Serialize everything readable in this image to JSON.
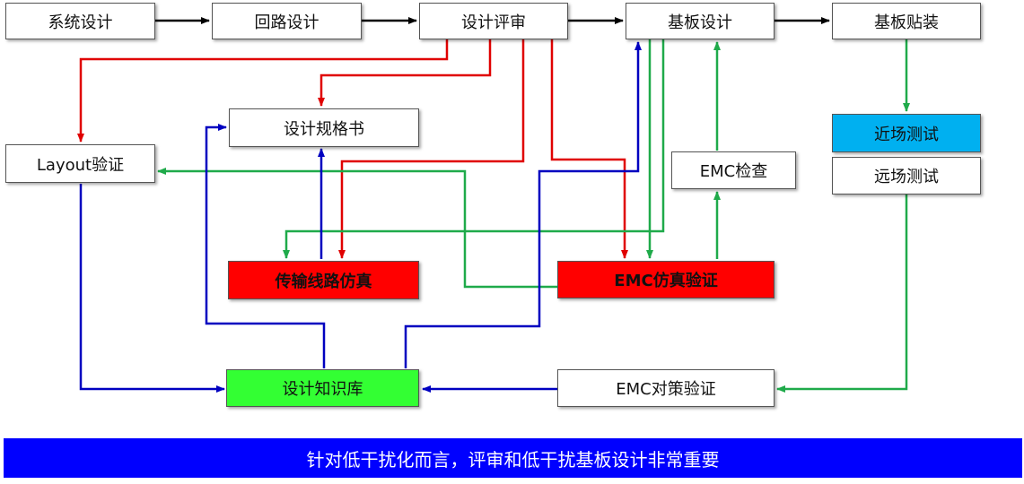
{
  "colors": {
    "black_flow": "#000000",
    "red_flow": "#e00000",
    "green_flow": "#1faa4a",
    "blue_flow": "#0000c0",
    "banner_bg": "#0000ff",
    "sim_box": "#ff0000",
    "knowledge_box": "#33ff33",
    "near_field_box": "#00b0f0"
  },
  "nodes": {
    "system_design": "系统设计",
    "circuit_design": "回路设计",
    "design_review": "设计评审",
    "board_design": "基板设计",
    "board_assembly": "基板贴装",
    "design_spec": "设计规格书",
    "layout_verify": "Layout验证",
    "emc_check": "EMC检查",
    "near_field_test": "近场测试",
    "far_field_test": "远场测试",
    "tl_simulation": "传输线路仿真",
    "emc_sim_verify": "EMC仿真验证",
    "knowledge_base": "设计知识库",
    "emc_measure_verify": "EMC对策验证"
  },
  "banner": "针对低干扰化而言，评审和低干扰基板设计非常重要"
}
